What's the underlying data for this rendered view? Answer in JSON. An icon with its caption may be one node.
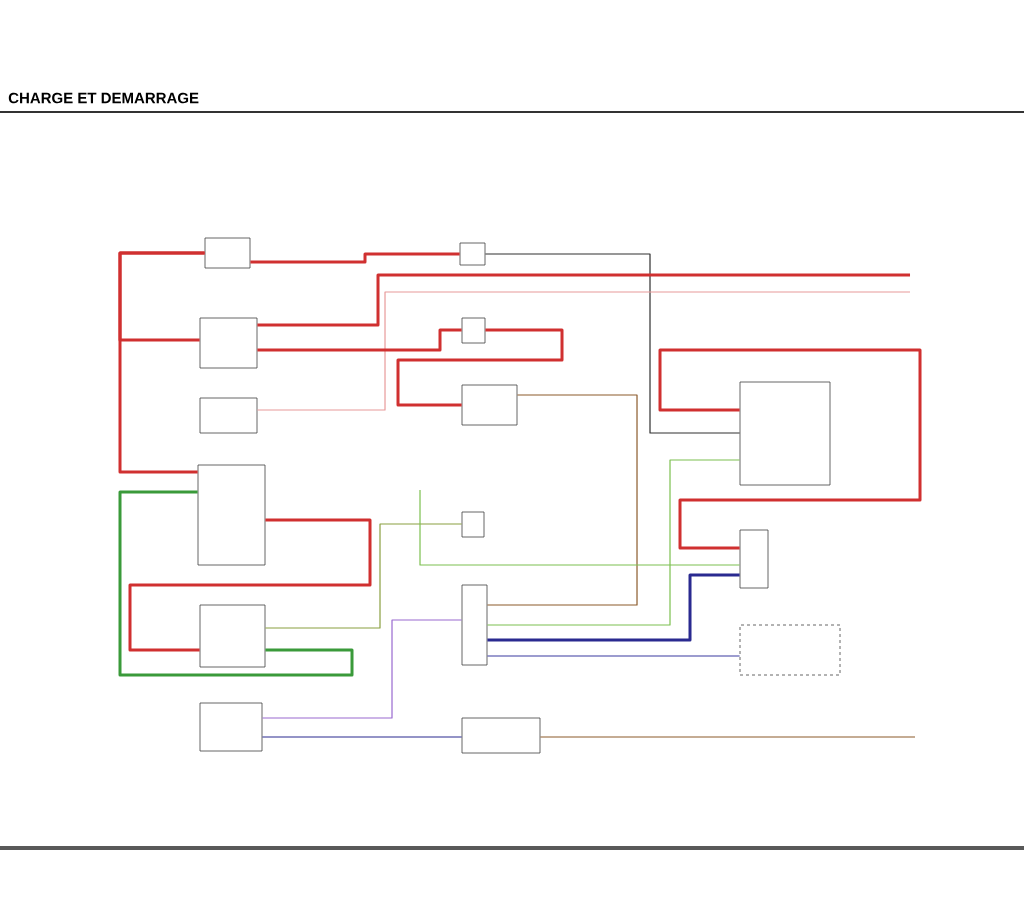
{
  "diagram": {
    "title": "CHARGE ET DEMARRAGE",
    "nodes": [
      {
        "text": [],
        "shape": "box"
      },
      {
        "text": [],
        "shape": "box"
      },
      {
        "text": [],
        "shape": "box"
      },
      {
        "text": [],
        "shape": "box"
      },
      {
        "text": [],
        "shape": "box"
      },
      {
        "text": [],
        "shape": "box"
      },
      {
        "text": [],
        "shape": "box"
      },
      {
        "text": [],
        "shape": "box"
      },
      {
        "text": [],
        "shape": "box"
      },
      {
        "text": [],
        "shape": "box"
      },
      {
        "text": [],
        "shape": "box"
      },
      {
        "text": [],
        "shape": "box"
      },
      {
        "text": [],
        "shape": "box"
      },
      {
        "text": [],
        "shape": "box"
      },
      {
        "text": [],
        "shape": "box"
      }
    ],
    "edges": [
      {
        "from": 0,
        "to": 2,
        "arrow": "none",
        "style": "thick"
      },
      {
        "from": 0,
        "to": 6,
        "arrow": "none",
        "style": "thick"
      },
      {
        "from": 0,
        "to": 1,
        "arrow": "none",
        "style": "thick"
      },
      {
        "from": 1,
        "to": 8,
        "arrow": "none",
        "color": "#303030"
      },
      {
        "from": 2,
        "to": null,
        "arrow": "none",
        "style": "thick"
      },
      {
        "from": 5,
        "to": null,
        "arrow": "none",
        "color": "#e89a9a"
      },
      {
        "from": 2,
        "to": 3,
        "arrow": "none",
        "style": "thick"
      },
      {
        "from": 3,
        "to": 4,
        "arrow": "none",
        "style": "thick"
      },
      {
        "from": 4,
        "to": 11,
        "arrow": "none",
        "color": "#8b5a2b"
      },
      {
        "from": 8,
        "to": 9,
        "arrow": "none",
        "style": "thick"
      },
      {
        "from": 6,
        "to": 10,
        "arrow": "none",
        "style": "thick"
      },
      {
        "from": 6,
        "to": 10,
        "arrow": "none",
        "style": "thick",
        "color": "#3a9a3a"
      },
      {
        "from": 10,
        "to": 7,
        "arrow": "none",
        "color": "#8aa040"
      },
      {
        "from": 8,
        "to": 11,
        "arrow": "none",
        "color": "#7cc050"
      },
      {
        "from": 9,
        "to": 11,
        "arrow": "none",
        "style": "thick",
        "color": "#2a2a90"
      },
      {
        "from": 11,
        "to": 12,
        "arrow": "none",
        "color": "#3a3aa0"
      },
      {
        "from": 13,
        "to": 11,
        "arrow": "none",
        "color": "#9a6ad0"
      },
      {
        "from": 13,
        "to": 14,
        "arrow": "none",
        "color": "#2a2a90"
      },
      {
        "from": 14,
        "to": null,
        "arrow": "none",
        "color": "#8b5a2b"
      },
      {
        "from": null,
        "to": 9,
        "arrow": "none",
        "color": "#7cc050"
      }
    ]
  }
}
